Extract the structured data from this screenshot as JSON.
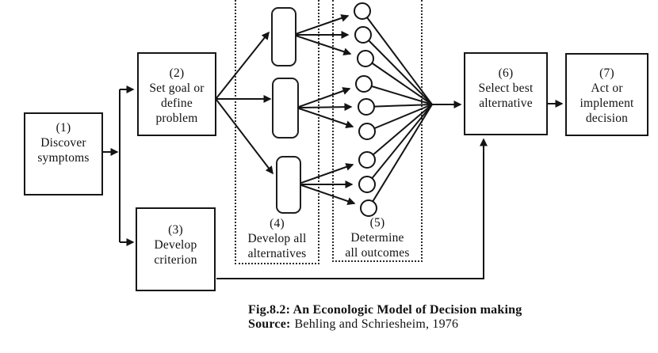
{
  "palette": {
    "ink": "#141414",
    "paper": "#ffffff"
  },
  "nodes": {
    "box1": {
      "number": "(1)",
      "lines": [
        "Discover",
        "symptoms"
      ]
    },
    "box2": {
      "number": "(2)",
      "lines": [
        "Set goal or",
        "define",
        "problem"
      ]
    },
    "box3": {
      "number": "(3)",
      "lines": [
        "Develop",
        "criterion"
      ]
    },
    "group4": {
      "number": "(4)",
      "lines": [
        "Develop all",
        "alternatives"
      ]
    },
    "group5": {
      "number": "(5)",
      "lines": [
        "Determine",
        "all outcomes"
      ]
    },
    "box6": {
      "number": "(6)",
      "lines": [
        "Select best",
        "alternative"
      ]
    },
    "box7": {
      "number": "(7)",
      "lines": [
        "Act or",
        "implement",
        "decision"
      ]
    }
  },
  "caption": {
    "title": "Fig.8.2: An Econologic Model of Decision making",
    "source_label": "Source:",
    "source_text": "Behling and Schriesheim, 1976"
  }
}
